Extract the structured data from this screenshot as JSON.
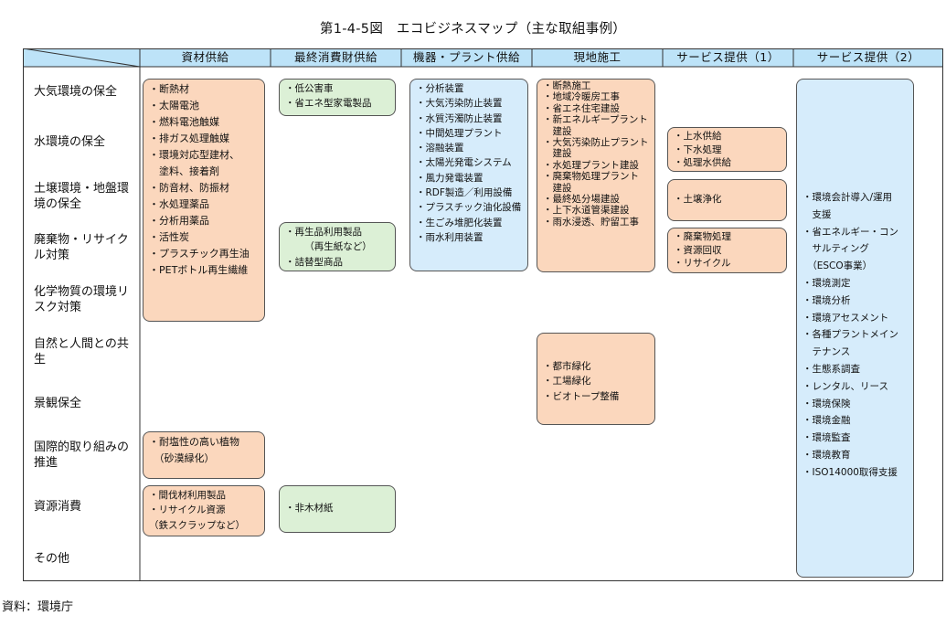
{
  "title": "第1-4-5図　エコビジネスマップ（主な取組事例）",
  "source": "資料：環境庁",
  "colors": {
    "header_blue": "#bde3f8",
    "orange": "#fbd7bd",
    "green": "#dcf0d6",
    "blue": "#d6ecfb"
  },
  "columns": [
    "資材供給",
    "最終消費財供給",
    "機器・プラント供給",
    "現地施工",
    "サービス提供（1）",
    "サービス提供（2）"
  ],
  "rows": [
    "大気環境の保全",
    "水環境の保全",
    "土壌環境・地盤環境の保全",
    "廃棄物・リサイクル対策",
    "化学物質の環境リスク対策",
    "自然と人間との共生",
    "景観保全",
    "国際的取り組みの推進",
    "資源消費",
    "その他"
  ],
  "boxes": {
    "materials_main": [
      "・断熱材",
      "・太陽電池",
      "・燃料電池触媒",
      "・排ガス処理触媒",
      "・環境対応型建材、",
      "　塗料、接着剤",
      "・防音材、防振材",
      "・水処理薬品",
      "・分析用薬品",
      "・活性炭",
      "・プラスチック再生油",
      "・PETボトル再生繊維"
    ],
    "materials_intl": [
      "・耐塩性の高い植物",
      "　（砂漠緑化）"
    ],
    "materials_resource": [
      "・間伐材利用製品",
      "・リサイクル資源",
      "（鉄スクラップなど）"
    ],
    "consumer_air": [
      "・低公害車",
      "・省エネ型家電製品"
    ],
    "consumer_recycle": [
      "・再生品利用製品",
      "（再生紙など）",
      "・詰替型商品"
    ],
    "consumer_resource": [
      "・非木材紙"
    ],
    "equipment": [
      "・分析装置",
      "・大気汚染防止装置",
      "・水質汚濁防止装置",
      "・中間処理プラント",
      "・溶融装置",
      "・太陽光発電システム",
      "・風力発電装置",
      "・RDF製造／利用設備",
      "・プラスチック油化設備",
      "・生ごみ堆肥化装置",
      "・雨水利用装置"
    ],
    "construction_main": [
      "・断熱施工",
      "・地域冷暖房工事",
      "・省エネ住宅建設",
      "・新エネルギープラント",
      "　建設",
      "・大気汚染防止プラント",
      "　建設",
      "・水処理プラント建設",
      "・廃棄物処理プラント",
      "　建設",
      "・最終処分場建設",
      "・上下水道管渠建設",
      "・雨水浸透、貯留工事"
    ],
    "construction_nature": [
      "・都市緑化",
      "・工場緑化",
      "・ビオトープ整備"
    ],
    "service1_water": [
      "・上水供給",
      "・下水処理",
      "・処理水供給"
    ],
    "service1_soil": [
      "・土壌浄化"
    ],
    "service1_waste": [
      "・廃棄物処理",
      "・資源回収",
      "・リサイクル"
    ],
    "service2": [
      "・環境会計導入/運用",
      "　支援",
      "・省エネルギー・コン",
      "　サルティング",
      "　（ESCO事業）",
      "・環境測定",
      "・環境分析",
      "・環境アセスメント",
      "・各種プラントメイン",
      "　テナンス",
      "・生態系調査",
      "・レンタル、リース",
      "・環境保険",
      "・環境金融",
      "・環境監査",
      "・環境教育",
      "・ISO14000取得支援"
    ]
  }
}
